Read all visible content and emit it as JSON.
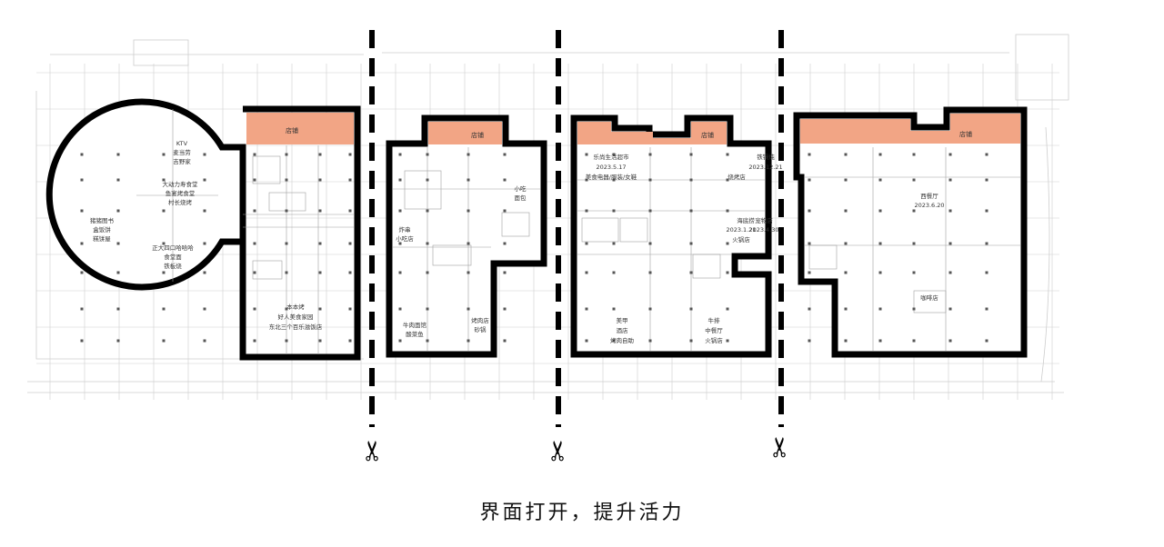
{
  "caption": "界面打开，提升活力",
  "colors": {
    "outline": "#000000",
    "facade": "#f2a585",
    "grid": "#c8c8c8",
    "grid_dark": "#9a9a9a",
    "cut_line": "#000000"
  },
  "facade_label": "店铺",
  "sections": [
    {
      "id": "round-block",
      "labels": [
        "KTV",
        "麦当劳",
        "吉野家",
        "大动力寿食堂",
        "鱼宴烤食堂",
        "村长烧烤",
        "猪猪图书",
        "盒饭饼",
        "糕饼屋",
        "正大四口哈哈哈",
        "食堂面",
        "铁板烧",
        "本本烤",
        "好人美食家园",
        "东北三个百乐滋饭店"
      ]
    },
    {
      "id": "block-2",
      "labels": [
        "小吃",
        "面包",
        "炸串",
        "小吃店",
        "牛肉面馆",
        "酸菜鱼",
        "烤肉店",
        "砂锅"
      ]
    },
    {
      "id": "block-3",
      "labels": [
        "乐尚生活超市",
        "2023.5.17",
        "美食电器/服装/女鞋",
        "铁锅炖",
        "2023.12.21",
        "烧烤店",
        "海底捞",
        "2023.1.21",
        "火锅店",
        "宠物店",
        "2023.4.30",
        "美甲",
        "酒店",
        "烤肉自助",
        "牛排",
        "中餐厅",
        "火锅店"
      ]
    },
    {
      "id": "block-4",
      "labels": [
        "西餐厅",
        "2023.6.20",
        "咖啡店"
      ]
    }
  ],
  "cut_markers": [
    {
      "name": "cut-1",
      "symbol": "✂"
    },
    {
      "name": "cut-2",
      "symbol": "✂"
    },
    {
      "name": "cut-3",
      "symbol": "✂"
    }
  ]
}
